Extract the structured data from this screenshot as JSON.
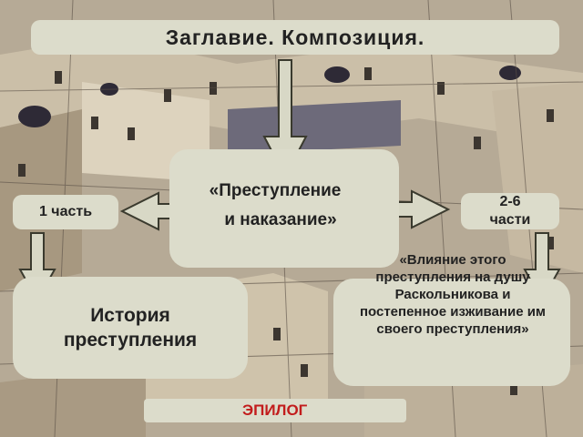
{
  "title": "Заглавие. Композиция.",
  "center": {
    "line1": "«Преступление",
    "line2": "и наказание»"
  },
  "part1": "1 часть",
  "part2": {
    "line1": "2-6",
    "line2": "части"
  },
  "history": {
    "line1": "История",
    "line2": "преступления"
  },
  "influence": "«Влияние этого преступления на душу Раскольникова и постепенное изживание им своего преступления»",
  "epilogue": "ЭПИЛОГ",
  "colors": {
    "box_fill": "#dcdccb",
    "arrow_fill": "#d8d8c6",
    "arrow_stroke": "#3a3a2e",
    "epilogue_text": "#c21c1c"
  }
}
